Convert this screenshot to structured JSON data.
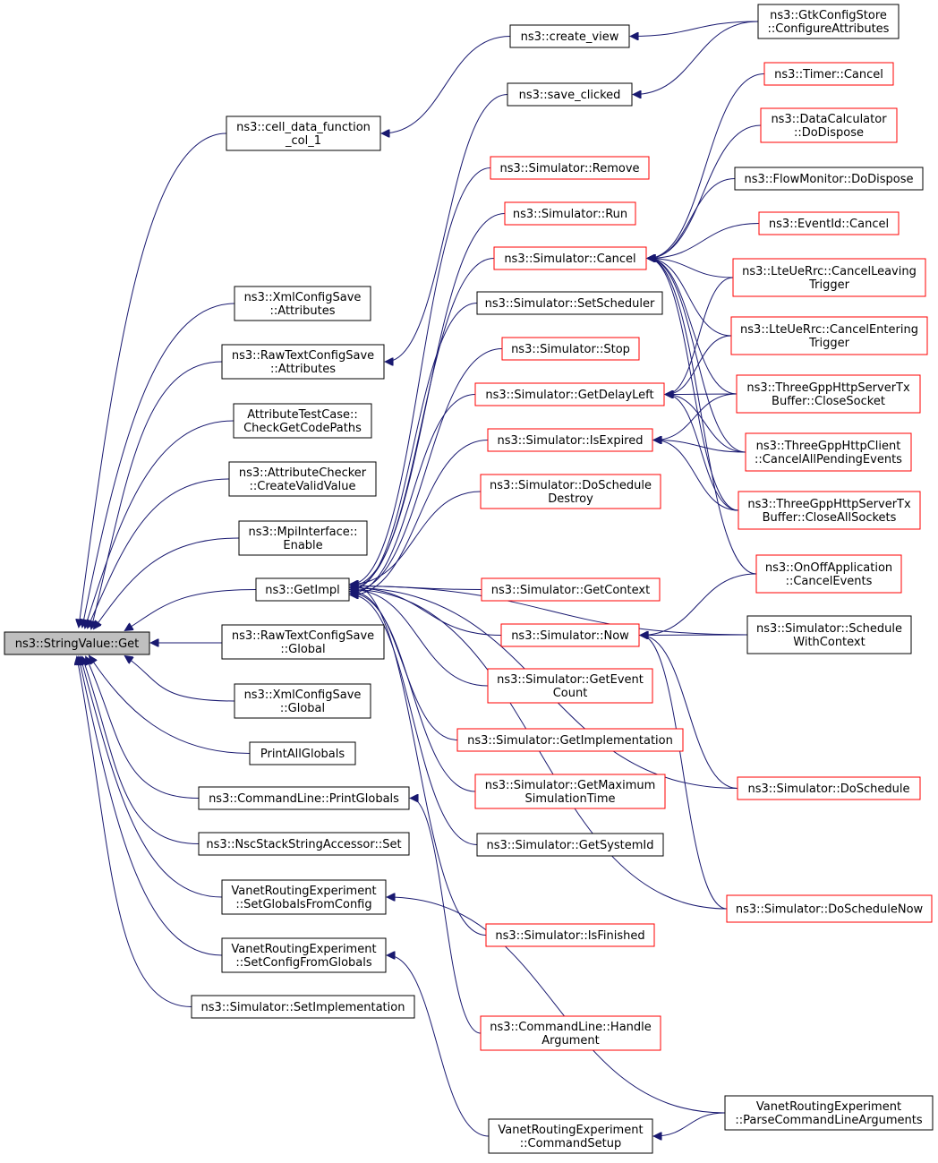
{
  "diagram": {
    "nodes": [
      {
        "id": "root",
        "lines": [
          "ns3::StringValue::Get"
        ]
      },
      {
        "id": "cdf",
        "lines": [
          "ns3::cell_data_function",
          "_col_1"
        ]
      },
      {
        "id": "xmlattr",
        "lines": [
          "ns3::XmlConfigSave",
          "::Attributes"
        ]
      },
      {
        "id": "rawattr",
        "lines": [
          "ns3::RawTextConfigSave",
          "::Attributes"
        ]
      },
      {
        "id": "attrtc",
        "lines": [
          "AttributeTestCase::",
          "CheckGetCodePaths"
        ]
      },
      {
        "id": "attrchk",
        "lines": [
          "ns3::AttributeChecker",
          "::CreateValidValue"
        ]
      },
      {
        "id": "mpi",
        "lines": [
          "ns3::MpiInterface::",
          "Enable"
        ]
      },
      {
        "id": "getimpl",
        "lines": [
          "ns3::GetImpl"
        ]
      },
      {
        "id": "rawglob",
        "lines": [
          "ns3::RawTextConfigSave",
          "::Global"
        ]
      },
      {
        "id": "xmlglob",
        "lines": [
          "ns3::XmlConfigSave",
          "::Global"
        ]
      },
      {
        "id": "printall",
        "lines": [
          "PrintAllGlobals"
        ]
      },
      {
        "id": "clprint",
        "lines": [
          "ns3::CommandLine::PrintGlobals"
        ]
      },
      {
        "id": "nscset",
        "lines": [
          "ns3::NscStackStringAccessor::Set"
        ]
      },
      {
        "id": "vrefromcfg",
        "lines": [
          "VanetRoutingExperiment",
          "::SetGlobalsFromConfig"
        ]
      },
      {
        "id": "vrecfgfrom",
        "lines": [
          "VanetRoutingExperiment",
          "::SetConfigFromGlobals"
        ]
      },
      {
        "id": "simsetimpl",
        "lines": [
          "ns3::Simulator::SetImplementation"
        ]
      },
      {
        "id": "createview",
        "lines": [
          "ns3::create_view"
        ]
      },
      {
        "id": "saveclicked",
        "lines": [
          "ns3::save_clicked"
        ]
      },
      {
        "id": "simremove",
        "lines": [
          "ns3::Simulator::Remove"
        ]
      },
      {
        "id": "simrun",
        "lines": [
          "ns3::Simulator::Run"
        ]
      },
      {
        "id": "simcancel",
        "lines": [
          "ns3::Simulator::Cancel"
        ]
      },
      {
        "id": "simsetsched",
        "lines": [
          "ns3::Simulator::SetScheduler"
        ]
      },
      {
        "id": "simstop",
        "lines": [
          "ns3::Simulator::Stop"
        ]
      },
      {
        "id": "simgetdelay",
        "lines": [
          "ns3::Simulator::GetDelayLeft"
        ]
      },
      {
        "id": "simisexp",
        "lines": [
          "ns3::Simulator::IsExpired"
        ]
      },
      {
        "id": "simdosched",
        "lines": [
          "ns3::Simulator::DoSchedule",
          "Destroy"
        ]
      },
      {
        "id": "simgetctx",
        "lines": [
          "ns3::Simulator::GetContext"
        ]
      },
      {
        "id": "simnow",
        "lines": [
          "ns3::Simulator::Now"
        ]
      },
      {
        "id": "simgetevt",
        "lines": [
          "ns3::Simulator::GetEvent",
          "Count"
        ]
      },
      {
        "id": "simgetimpl",
        "lines": [
          "ns3::Simulator::GetImplementation"
        ]
      },
      {
        "id": "simgetmax",
        "lines": [
          "ns3::Simulator::GetMaximum",
          "SimulationTime"
        ]
      },
      {
        "id": "simgetsys",
        "lines": [
          "ns3::Simulator::GetSystemId"
        ]
      },
      {
        "id": "simisfin",
        "lines": [
          "ns3::Simulator::IsFinished"
        ]
      },
      {
        "id": "clhandle",
        "lines": [
          "ns3::CommandLine::Handle",
          "Argument"
        ]
      },
      {
        "id": "vrecmd",
        "lines": [
          "VanetRoutingExperiment",
          "::CommandSetup"
        ]
      },
      {
        "id": "gtkcfg",
        "lines": [
          "ns3::GtkConfigStore",
          "::ConfigureAttributes"
        ]
      },
      {
        "id": "timercancel",
        "lines": [
          "ns3::Timer::Cancel"
        ]
      },
      {
        "id": "datacalc",
        "lines": [
          "ns3::DataCalculator",
          "::DoDispose"
        ]
      },
      {
        "id": "flowmon",
        "lines": [
          "ns3::FlowMonitor::DoDispose"
        ]
      },
      {
        "id": "evtcancel",
        "lines": [
          "ns3::EventId::Cancel"
        ]
      },
      {
        "id": "ltecanl",
        "lines": [
          "ns3::LteUeRrc::CancelLeaving",
          "Trigger"
        ]
      },
      {
        "id": "ltecane",
        "lines": [
          "ns3::LteUeRrc::CancelEntering",
          "Trigger"
        ]
      },
      {
        "id": "tgppclose",
        "lines": [
          "ns3::ThreeGppHttpServerTx",
          "Buffer::CloseSocket"
        ]
      },
      {
        "id": "tgppclient",
        "lines": [
          "ns3::ThreeGppHttpClient",
          "::CancelAllPendingEvents"
        ]
      },
      {
        "id": "tgppcloseall",
        "lines": [
          "ns3::ThreeGppHttpServerTx",
          "Buffer::CloseAllSockets"
        ]
      },
      {
        "id": "onoff",
        "lines": [
          "ns3::OnOffApplication",
          "::CancelEvents"
        ]
      },
      {
        "id": "schedctx",
        "lines": [
          "ns3::Simulator::Schedule",
          "WithContext"
        ]
      },
      {
        "id": "dosched",
        "lines": [
          "ns3::Simulator::DoSchedule"
        ]
      },
      {
        "id": "doschednow",
        "lines": [
          "ns3::Simulator::DoScheduleNow"
        ]
      },
      {
        "id": "vreparse",
        "lines": [
          "VanetRoutingExperiment",
          "::ParseCommandLineArguments"
        ]
      }
    ]
  }
}
